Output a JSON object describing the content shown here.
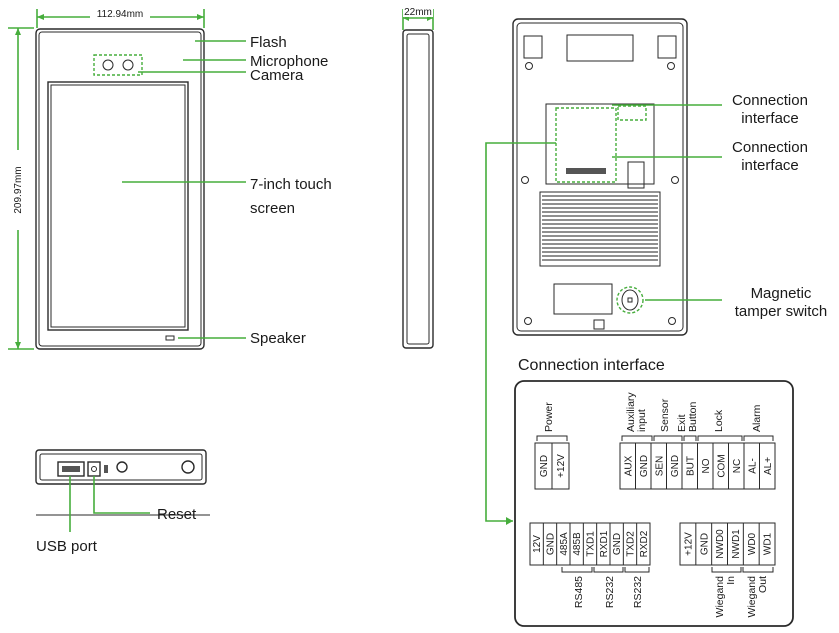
{
  "dimensions": {
    "width": "112.94mm",
    "height": "209.97mm",
    "depth": "22mm"
  },
  "front_labels": {
    "flash": "Flash",
    "microphone": "Microphone",
    "camera": "Camera",
    "screen_line1": "7-inch touch",
    "screen_line2": "screen",
    "speaker": "Speaker"
  },
  "bottom_labels": {
    "reset": "Reset",
    "usb": "USB port"
  },
  "rear_labels": {
    "conn1_line1": "Connection",
    "conn1_line2": "interface",
    "conn2_line1": "Connection",
    "conn2_line2": "interface",
    "tamper_line1": "Magnetic",
    "tamper_line2": "tamper switch"
  },
  "panel": {
    "title": "Connection interface",
    "top_groups": [
      {
        "label": "Power",
        "terminals": [
          "GND",
          "+12V"
        ]
      },
      {
        "label": "Auxiliary input",
        "terminals": [
          "AUX",
          "GND"
        ]
      },
      {
        "label": "Sensor",
        "terminals": [
          "SEN",
          "GND"
        ]
      },
      {
        "label": "Exit Button",
        "terminals": [
          "BUT"
        ]
      },
      {
        "label": "Lock",
        "terminals": [
          "NO",
          "COM",
          "NC"
        ]
      },
      {
        "label": "Alarm",
        "terminals": [
          "AL-",
          "AL+"
        ]
      }
    ],
    "top_group_texts": {
      "power": "Power",
      "aux_l1": "Auxiliary",
      "aux_l2": "input",
      "sensor": "Sensor",
      "exit_l1": "Exit",
      "exit_l2": "Button",
      "lock": "Lock",
      "alarm": "Alarm"
    },
    "bottom_left_terminals": [
      "12V",
      "GND",
      "485A",
      "485B",
      "TXD1",
      "RXD1",
      "GND",
      "TXD2",
      "RXD2"
    ],
    "bottom_right_terminals": [
      "+12V",
      "GND",
      "NWD0",
      "NWD1",
      "WD0",
      "WD1"
    ],
    "bottom_groups": {
      "rs485": "RS485",
      "rs232_a": "RS232",
      "rs232_b": "RS232",
      "wiegand_in_l1": "Wiegand",
      "wiegand_in_l2": "In",
      "wiegand_out_l1": "Wiegand",
      "wiegand_out_l2": "Out"
    }
  },
  "colors": {
    "leader": "#46ad3c",
    "outline": "#2a2a2a"
  }
}
